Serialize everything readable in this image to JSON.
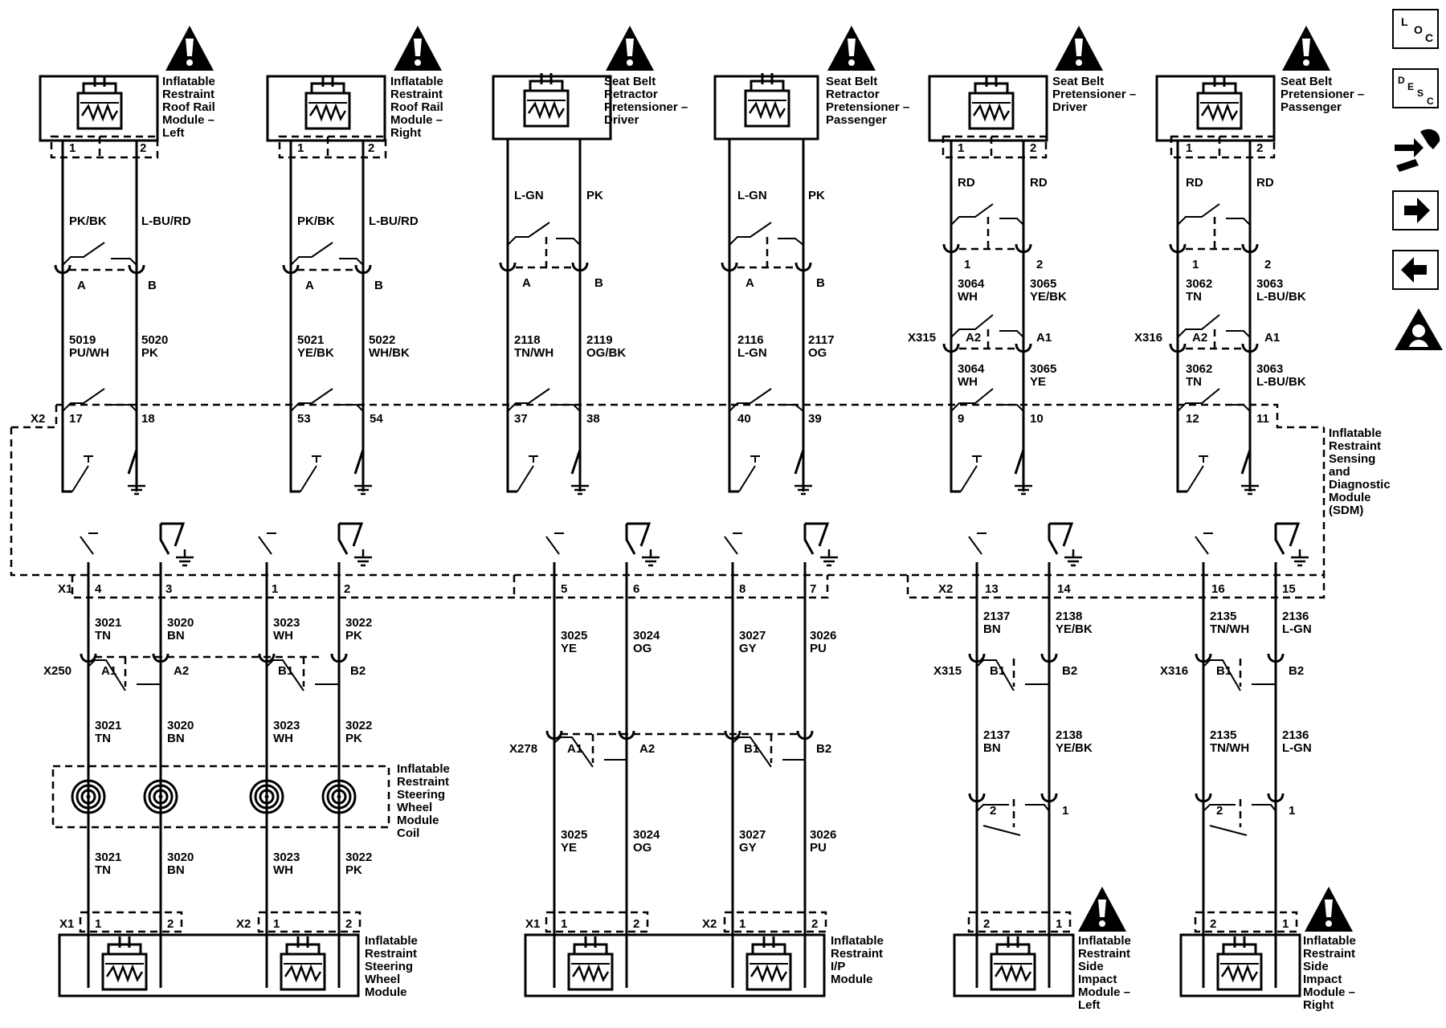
{
  "modules": {
    "roof_left": [
      "Inflatable",
      "Restraint",
      "Roof Rail",
      "Module –",
      "Left"
    ],
    "roof_right": [
      "Inflatable",
      "Restraint",
      "Roof Rail",
      "Module –",
      "Right"
    ],
    "retractor_driver": [
      "Seat Belt",
      "Retractor",
      "Pretensioner –",
      "Driver"
    ],
    "retractor_passenger": [
      "Seat Belt",
      "Retractor",
      "Pretensioner –",
      "Passenger"
    ],
    "pretensioner_driver": [
      "Seat Belt",
      "Pretensioner –",
      "Driver"
    ],
    "pretensioner_passenger": [
      "Seat Belt",
      "Pretensioner –",
      "Passenger"
    ],
    "sdm": [
      "Inflatable",
      "Restraint",
      "Sensing",
      "and",
      "Diagnostic",
      "Module",
      "(SDM)"
    ],
    "coil": [
      "Inflatable",
      "Restraint",
      "Steering",
      "Wheel",
      "Module",
      "Coil"
    ],
    "steering_wheel": [
      "Inflatable",
      "Restraint",
      "Steering",
      "Wheel",
      "Module"
    ],
    "ip_module": [
      "Inflatable",
      "Restraint",
      "I/P",
      "Module"
    ],
    "side_left": [
      "Inflatable",
      "Restraint",
      "Side",
      "Impact",
      "Module –",
      "Left"
    ],
    "side_right": [
      "Inflatable",
      "Restraint",
      "Side",
      "Impact",
      "Module –",
      "Right"
    ]
  },
  "connectors": {
    "x2": "X2",
    "x1": "X1",
    "x250": "X250",
    "x278": "X278",
    "x315": "X315",
    "x316": "X316"
  },
  "pins": {
    "one": "1",
    "two": "2",
    "a": "A",
    "b": "B",
    "a1": "A1",
    "a2": "A2",
    "b1": "B1",
    "b2": "B2",
    "sdm_top": [
      "17",
      "18",
      "53",
      "54",
      "37",
      "38",
      "40",
      "39",
      "9",
      "10",
      "12",
      "11"
    ],
    "sdm_bottom": [
      "4",
      "3",
      "1",
      "2",
      "5",
      "6",
      "8",
      "7",
      "13",
      "14",
      "16",
      "15"
    ]
  },
  "wires": {
    "c1_upper": [
      "PK/BK",
      "L-BU/RD"
    ],
    "c1_lower": [
      [
        "5019",
        "PU/WH"
      ],
      [
        "5020",
        "PK"
      ]
    ],
    "c2_upper": [
      "PK/BK",
      "L-BU/RD"
    ],
    "c2_lower": [
      [
        "5021",
        "YE/BK"
      ],
      [
        "5022",
        "WH/BK"
      ]
    ],
    "c3_upper": [
      "L-GN",
      "PK"
    ],
    "c3_lower": [
      [
        "2118",
        "TN/WH"
      ],
      [
        "2119",
        "OG/BK"
      ]
    ],
    "c4_upper": [
      "L-GN",
      "PK"
    ],
    "c4_lower": [
      [
        "2116",
        "L-GN"
      ],
      [
        "2117",
        "OG"
      ]
    ],
    "c5_top": [
      "RD",
      "RD"
    ],
    "c5_mid": [
      [
        "3064",
        "WH"
      ],
      [
        "3065",
        "YE/BK"
      ]
    ],
    "c5_low": [
      [
        "3064",
        "WH"
      ],
      [
        "3065",
        "YE"
      ]
    ],
    "c6_top": [
      "RD",
      "RD"
    ],
    "c6_mid": [
      [
        "3062",
        "TN"
      ],
      [
        "3063",
        "L-BU/BK"
      ]
    ],
    "c6_low": [
      [
        "3062",
        "TN"
      ],
      [
        "3063",
        "L-BU/BK"
      ]
    ],
    "bl": [
      [
        "3021",
        "TN"
      ],
      [
        "3020",
        "BN"
      ],
      [
        "3023",
        "WH"
      ],
      [
        "3022",
        "PK"
      ]
    ],
    "bm": [
      [
        "3025",
        "YE"
      ],
      [
        "3024",
        "OG"
      ],
      [
        "3027",
        "GY"
      ],
      [
        "3026",
        "PU"
      ]
    ],
    "br5": [
      [
        "2137",
        "BN"
      ],
      [
        "2138",
        "YE/BK"
      ]
    ],
    "br6": [
      [
        "2135",
        "TN/WH"
      ],
      [
        "2136",
        "L-GN"
      ]
    ]
  },
  "nav": {
    "loc": [
      "L",
      "O",
      "C"
    ],
    "desc": [
      "D",
      "E",
      "S",
      "C"
    ],
    "icons": [
      "wrench-icon",
      "arrow-right-icon",
      "arrow-left-icon",
      "technician-icon"
    ]
  }
}
